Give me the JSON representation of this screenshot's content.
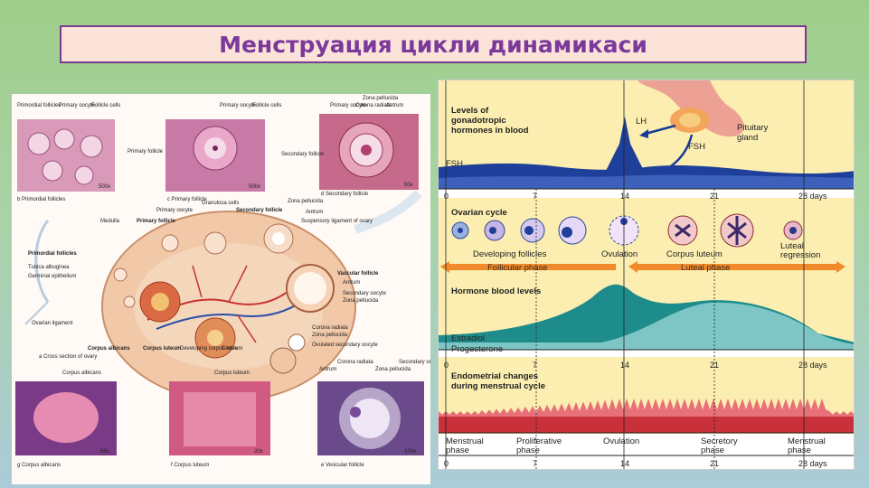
{
  "slide": {
    "title": "Менструация цикли динамикаси"
  },
  "left_figure": {
    "panels": {
      "b": "b Primordial follicles",
      "c": "c Primary follicle",
      "d": "d Secondary follicle",
      "a": "a Cross section of ovary",
      "g": "g Corpus albicans",
      "f": "f Corpus luteum",
      "e": "e Vesicular follicle"
    },
    "labels": {
      "primordial_follicles": "Primordial follicles",
      "primary_oocyte": "Primary oocyte",
      "follicle_cells": "Follicle cells",
      "primary_follicle": "Primary follicle",
      "secondary_follicle": "Secondary follicle",
      "zona_pellucida": "Zona pellucida",
      "corona_radiata": "Corona radiata",
      "antrum": "Antrum",
      "medulla": "Medulla",
      "granulosa_cells": "Granulosa cells",
      "suspensory_ligament": "Suspensory ligament of ovary",
      "tunica_albuginea": "Tunica albuginea",
      "germinal_epithelium": "Germinal epithelium",
      "vascular_follicle": "Vascular follicle",
      "secondary_oocyte": "Secondary oocyte",
      "ovarian_ligament": "Ovarian ligament",
      "corpus_albicans": "Corpus albicans",
      "corpus_luteum": "Corpus luteum",
      "developing_corpus_luteum": "Developing corpus luteum",
      "cortex": "Cortex",
      "ovulated_secondary_oocyte": "Ovulated secondary oocyte"
    },
    "magnifications": {
      "b": "500x",
      "c": "500x",
      "d": "50x",
      "g": "56x",
      "f": "20x",
      "e": "100x"
    }
  },
  "right_figure": {
    "gonadotropic": {
      "heading_line1": "Levels of",
      "heading_line2": "gonadotropic",
      "heading_line3": "hormones in blood",
      "fsh": "FSH",
      "lh": "LH",
      "pituitary_line1": "Pituitary",
      "pituitary_line2": "gland",
      "fsh_arrow": "FSH"
    },
    "day_ticks": [
      "0",
      "7",
      "14",
      "21",
      "28 days"
    ],
    "ovarian": {
      "heading": "Ovarian cycle",
      "developing": "Developing follicles",
      "ovulation": "Ovulation",
      "corpus_luteum": "Corpus luteum",
      "luteal_regression_line1": "Luteal",
      "luteal_regression_line2": "regression",
      "follicular_phase": "Follicular phase",
      "luteal_phase": "Luteal phase"
    },
    "hormone": {
      "heading": "Hormone blood levels",
      "estradiol": "Estradiol",
      "progesterone": "Progesterone"
    },
    "endometrial": {
      "heading_line1": "Endometrial changes",
      "heading_line2": "during menstrual cycle",
      "phases": [
        {
          "line1": "Menstrual",
          "line2": "phase"
        },
        {
          "line1": "Proliferative",
          "line2": "phase"
        },
        {
          "line1": "Ovulation",
          "line2": ""
        },
        {
          "line1": "Secretory",
          "line2": "phase"
        },
        {
          "line1": "Menstrual",
          "line2": "phase"
        }
      ]
    }
  },
  "colors": {
    "title_text": "#7b3a9a",
    "title_bg": "#fbe3da",
    "phase_arrow": "#f08a2a",
    "fsh_fill": "#1e3f9a",
    "estradiol_fill": "#1f8c8c",
    "progesterone_fill": "#8fd0d0",
    "endometrium": "#c8303a"
  }
}
